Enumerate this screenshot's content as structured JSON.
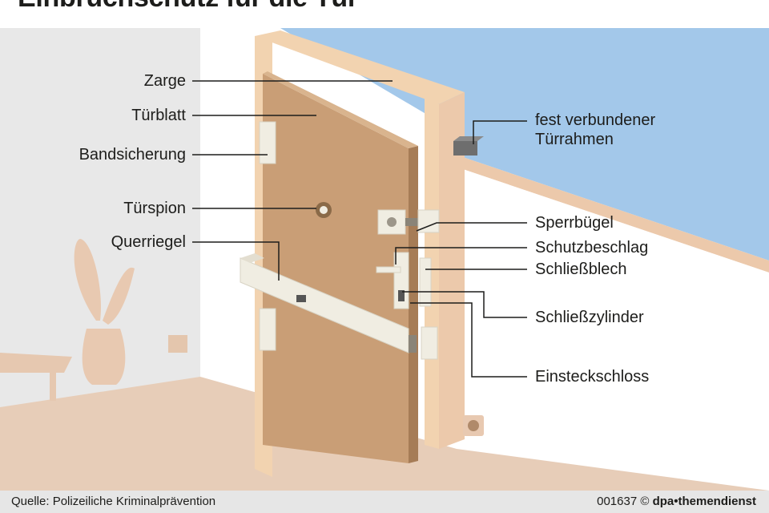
{
  "title": "Einbruchschutz für die Tür",
  "labels": {
    "zarge": "Zarge",
    "tuerblatt": "Türblatt",
    "bandsicherung": "Bandsicherung",
    "tuerspion": "Türspion",
    "querriegel": "Querriegel",
    "tuerrahmen": "fest verbundener\nTürrahmen",
    "sperrbuegel": "Sperrbügel",
    "schutzbeschlag": "Schutzbeschlag",
    "schliessblech": "Schließblech",
    "schliesszylinder": "Schließzylinder",
    "einsteckschloss": "Einsteckschloss"
  },
  "footer": {
    "source": "Quelle: Polizeiliche Kriminalprävention",
    "code": "001637 ©",
    "brand": "dpa•themendienst"
  },
  "colors": {
    "door": "#c99e76",
    "frame": "#f2d3b0",
    "sky": "#a3c8ea",
    "floor": "#e7cdb8",
    "left_wall": "#e8e8e8",
    "metal": "#f0ede2",
    "leader_lines": "#1d1d1b"
  }
}
